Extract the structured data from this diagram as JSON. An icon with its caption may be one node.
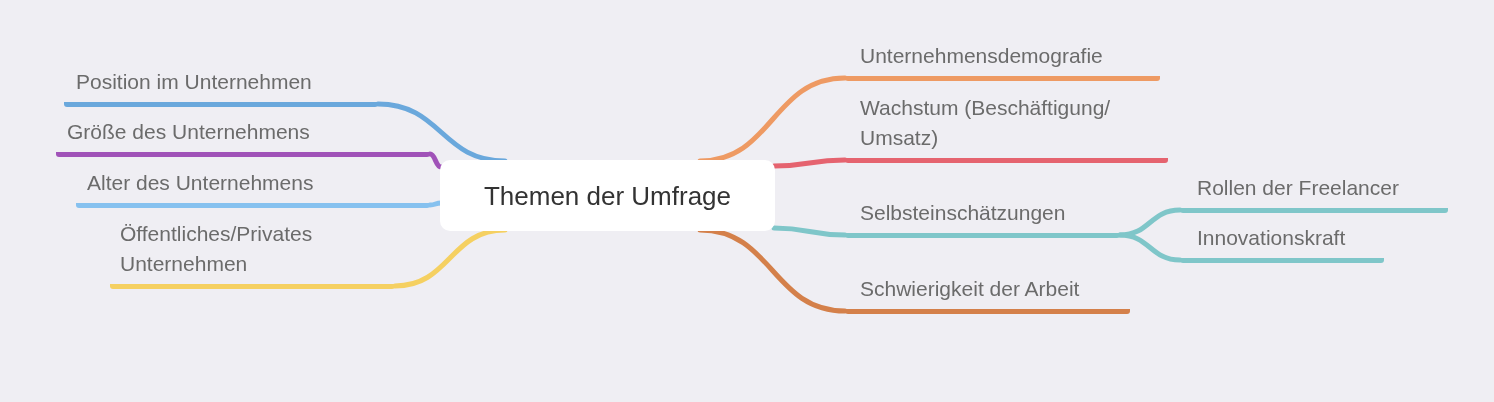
{
  "diagram": {
    "nodes": [
      {
        "text": [
          "Themen der Umfrage"
        ]
      },
      {
        "text": [
          "Position im Unternehmen"
        ]
      },
      {
        "text": [
          "Größe des Unternehmens"
        ]
      },
      {
        "text": [
          "Alter des Unternehmens"
        ]
      },
      {
        "text": [
          "Öffentliches/Privates Unternehmen"
        ]
      },
      {
        "text": [
          "Unternehmensdemografie"
        ]
      },
      {
        "text": [
          "Wachstum (Beschäftigung/ Umsatz)"
        ]
      },
      {
        "text": [
          "Selbsteinschätzungen"
        ]
      },
      {
        "text": [
          "Rollen der Freelancer"
        ]
      },
      {
        "text": [
          "Innovationskraft"
        ]
      },
      {
        "text": [
          "Schwierigkeit der Arbeit"
        ]
      }
    ],
    "edges": [
      {
        "from": 0,
        "to": 1,
        "arrow": "none",
        "color": "#6aa8dc"
      },
      {
        "from": 0,
        "to": 2,
        "arrow": "none",
        "color": "#a052b8"
      },
      {
        "from": 0,
        "to": 3,
        "arrow": "none",
        "color": "#86c1ef"
      },
      {
        "from": 0,
        "to": 4,
        "arrow": "none",
        "color": "#f5d061"
      },
      {
        "from": 0,
        "to": 5,
        "arrow": "none",
        "color": "#ee9a63"
      },
      {
        "from": 0,
        "to": 6,
        "arrow": "none",
        "color": "#e5636f"
      },
      {
        "from": 0,
        "to": 7,
        "arrow": "none",
        "color": "#7fc6c9"
      },
      {
        "from": 7,
        "to": 8,
        "arrow": "none",
        "color": "#7fc6c9"
      },
      {
        "from": 7,
        "to": 9,
        "arrow": "none",
        "color": "#7fc6c9"
      },
      {
        "from": 0,
        "to": 10,
        "arrow": "none",
        "color": "#d4804a"
      }
    ]
  }
}
